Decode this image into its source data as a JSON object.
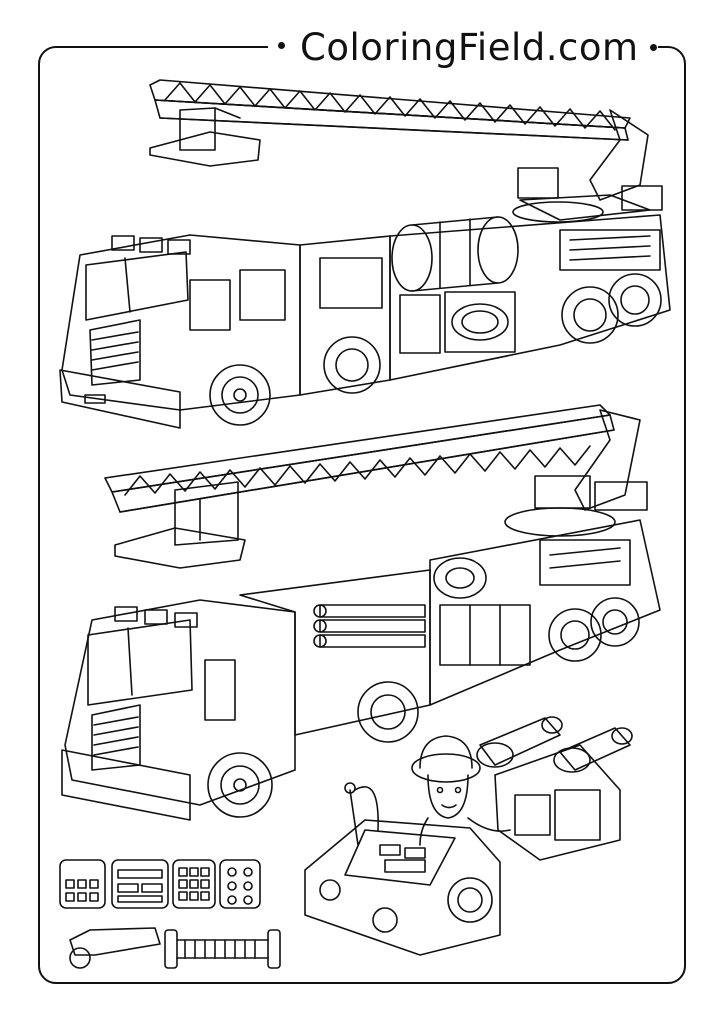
{
  "header": {
    "site_title": "ColoringField.com"
  },
  "illustration": {
    "subjects": [
      "ladder-truck-top",
      "ladder-truck-bottom",
      "control-console",
      "firefighter-character",
      "accessory-icons"
    ],
    "line_color": "#111111",
    "background_color": "#ffffff"
  }
}
